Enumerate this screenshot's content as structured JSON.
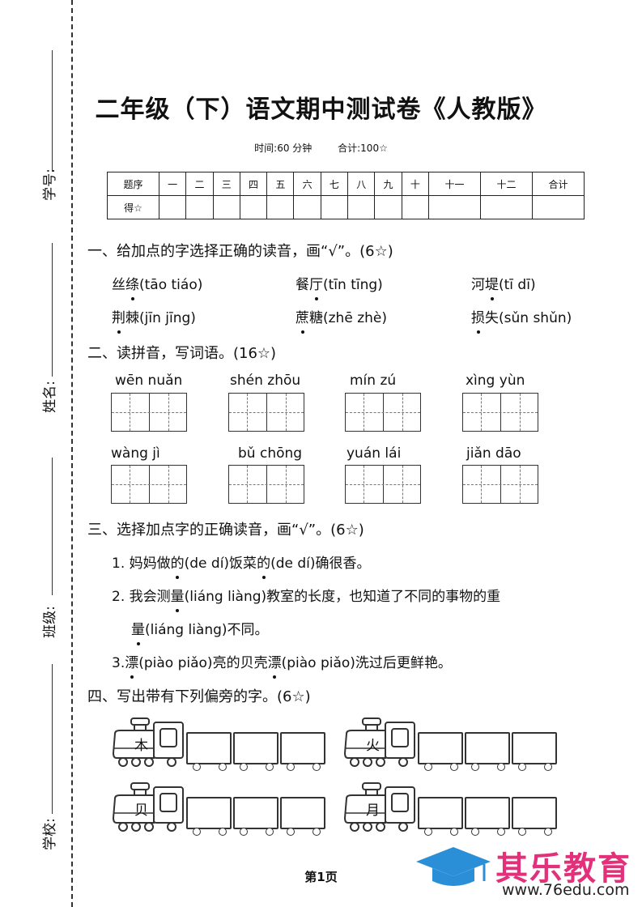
{
  "side": {
    "student_id": "学号:",
    "name": "姓名:",
    "class": "班级:",
    "school": "学校:"
  },
  "title": "二年级（下）语文期中测试卷《人教版》",
  "subtitle": {
    "time": "时间:60 分钟",
    "total": "合计:100☆"
  },
  "score_table": {
    "header": [
      "题序",
      "一",
      "二",
      "三",
      "四",
      "五",
      "六",
      "七",
      "八",
      "九",
      "十",
      "十一",
      "十二",
      "合计"
    ],
    "row_label": "得☆"
  },
  "q1": {
    "title": "一、给加点的字选择正确的读音，画“√”。(6☆)",
    "items": [
      {
        "pre": "丝",
        "dot": "绦",
        "post": "",
        "opts": "(tāo   tiáo)"
      },
      {
        "pre": "餐",
        "dot": "厅",
        "post": "",
        "opts": "(tīn   tīng)"
      },
      {
        "pre": "河",
        "dot": "堤",
        "post": "",
        "opts": "(tī   dī)"
      },
      {
        "pre": "",
        "dot": "荆",
        "post": "棘",
        "opts": "(jīn   jīng)"
      },
      {
        "pre": "",
        "dot": "蔗",
        "post": "糖",
        "opts": "(zhē   zhè)"
      },
      {
        "pre": "",
        "dot": "损",
        "post": "失",
        "opts": "(sǔn   shǔn)"
      }
    ]
  },
  "q2": {
    "title": "二、读拼音，写词语。(16☆)",
    "pinyin": [
      "wēn nuǎn",
      "shén zhōu",
      "mín   zú",
      "xìng yùn",
      "wàng  jì",
      "bǔ chōng",
      "yuán  lái",
      "jiǎn dāo"
    ]
  },
  "q3": {
    "title": "三、选择加点字的正确读音，画“√”。(6☆)",
    "line1": {
      "a": "1. 妈妈做",
      "d1": "的",
      "b": "(de   dí)饭菜",
      "d2": "的",
      "c": "(de   dí)确很香。"
    },
    "line2": {
      "a": "2. 我会测",
      "d1": "量",
      "b": "(liáng   liàng)教室的长度，也知道了不同的事物的重"
    },
    "line3": {
      "d1": "量",
      "b": "(liáng   liàng)不同。"
    },
    "line4": {
      "a": "3.",
      "d1": "漂",
      "b": "(piào   piǎo)亮的贝壳",
      "d2": "漂",
      "c": "(piào   piǎo)洗过后更鲜艳。"
    }
  },
  "q4": {
    "title": "四、写出带有下列偏旁的字。(6☆)",
    "radicals": [
      "木",
      "火",
      "贝",
      "月"
    ]
  },
  "footer": {
    "page": "第1页",
    "logo": "其乐教育",
    "url": "www.76edu.com"
  },
  "colors": {
    "logo": "#e2307a",
    "logo_cap": "#2a8fd6"
  }
}
